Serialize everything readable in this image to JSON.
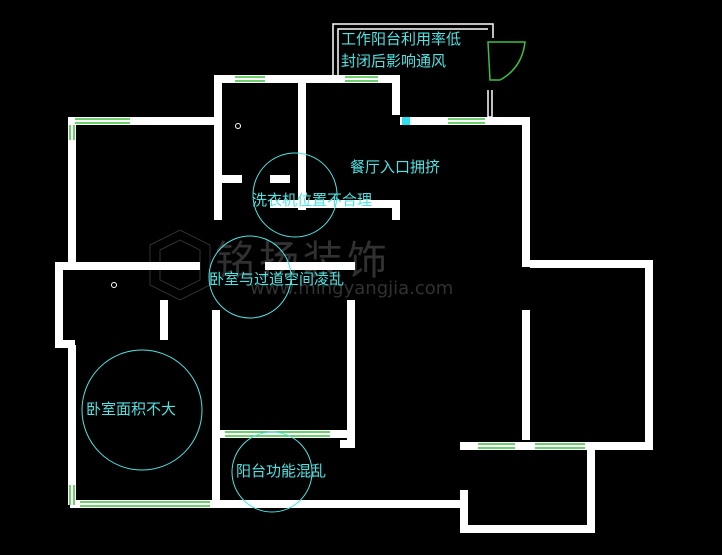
{
  "plan": {
    "annotations": {
      "work_balcony_line1": "工作阳台利用率低",
      "work_balcony_line2": "封闭后影响通风",
      "dining_entrance": "餐厅入口拥挤",
      "washer_position": "洗衣机位置不合理",
      "bedroom_corridor": "卧室与过道空间凌乱",
      "bedroom_area": "卧室面积不大",
      "balcony_function": "阳台功能混乱"
    },
    "watermark": {
      "brand": "铭扬装饰",
      "url": "www.mingyangjia.com"
    }
  },
  "colors": {
    "wall": "#ffffff",
    "window": "#3fbf3f",
    "annotation": "#4fe3e3",
    "background": "#000000"
  }
}
